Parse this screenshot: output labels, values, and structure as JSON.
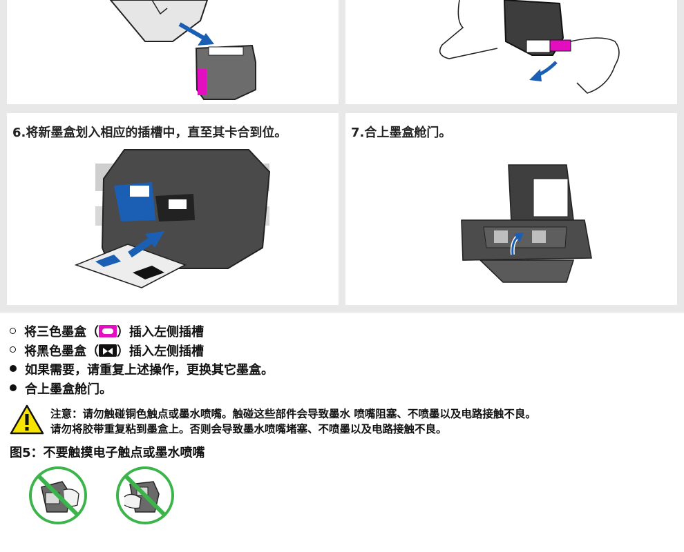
{
  "steps": [
    {
      "title": ""
    },
    {
      "title": ""
    },
    {
      "title": "6.将新墨盒划入相应的插槽中，直至其卡合到位。"
    },
    {
      "title": "7.合上墨盒舱门。"
    }
  ],
  "list": [
    {
      "bullet": "hollow",
      "before": "将三色墨盒（",
      "after": "）插入左侧插槽",
      "icon": "tri-color-cartridge-icon"
    },
    {
      "bullet": "hollow",
      "before": "将黑色墨盒（",
      "after": "）插入左侧插槽",
      "icon": "black-cartridge-icon"
    },
    {
      "bullet": "filled",
      "text": "如果需要，请重复上述操作，更换其它墨盒。"
    },
    {
      "bullet": "filled",
      "text": "合上墨盒舱门。"
    }
  ],
  "warning": {
    "line1": "注意：请勿触碰铜色触点或墨水喷嘴。触碰这些部件会导致墨水 喷嘴阻塞、不喷墨以及电路接触不良。",
    "line2": "请勿将胶带重复粘到墨盒上。否则会导致墨水喷嘴堵塞、不喷墨以及电路接触不良。"
  },
  "figure": {
    "caption": "图5：不要触摸电子触点或墨水喷嘴"
  },
  "colors": {
    "magenta": "#e40ec1",
    "cyan": "#1a5fb4",
    "no_green": "#3cb44b",
    "warning_yellow": "#f7e400"
  }
}
